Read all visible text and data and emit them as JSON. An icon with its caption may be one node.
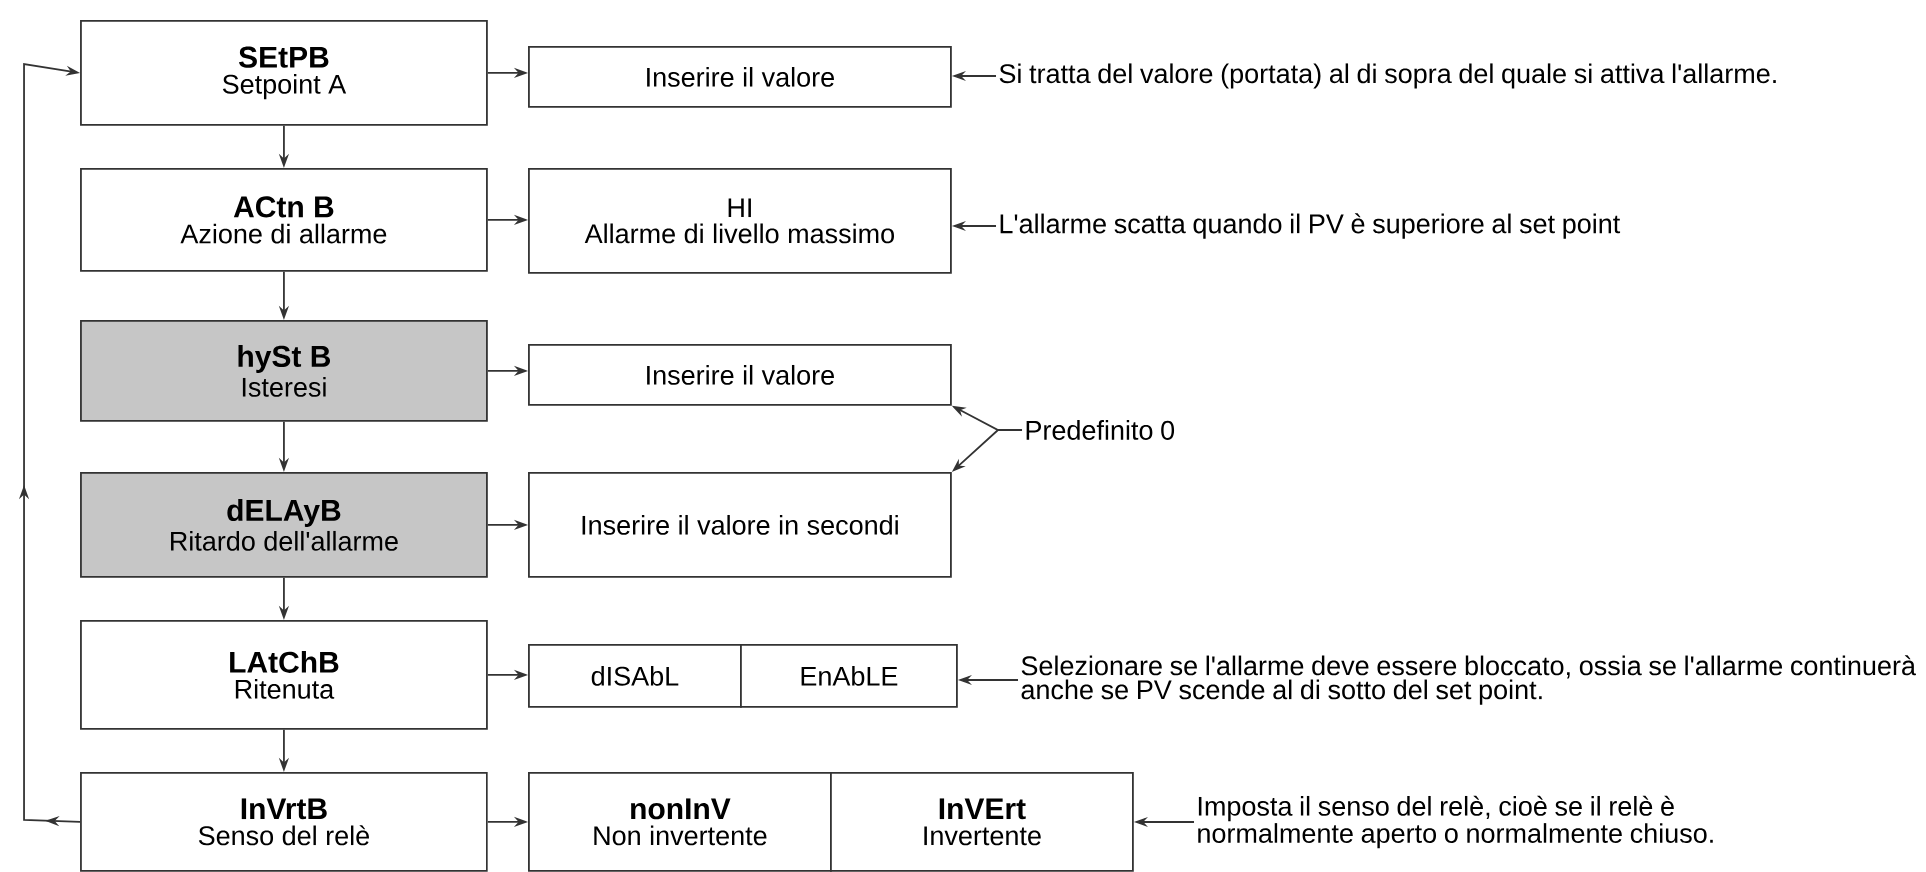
{
  "diagram": {
    "nodes": [
      {
        "text": [
          "SEtPB",
          "Setpoint A"
        ]
      },
      {
        "text": [
          "ACtn B",
          "Azione di allarme"
        ]
      },
      {
        "text": [
          "hySt B",
          "Isteresi"
        ]
      },
      {
        "text": [
          "dELAyB",
          "Ritardo dell'allarme"
        ]
      },
      {
        "text": [
          "LAtChB",
          "Ritenuta"
        ]
      },
      {
        "text": [
          "InVrtB",
          "Senso del relè"
        ]
      },
      {
        "text": [
          "Inserire il valore"
        ]
      },
      {
        "text": [
          "HI",
          "Allarme di livello massimo"
        ]
      },
      {
        "text": [
          "Inserire il valore"
        ]
      },
      {
        "text": [
          "Inserire il valore in secondi"
        ]
      },
      {
        "text": [
          "dISAbL"
        ]
      },
      {
        "text": [
          "EnAbLE"
        ]
      },
      {
        "text": [
          "nonInV",
          "Non invertente"
        ]
      },
      {
        "text": [
          "InVErt",
          "Invertente"
        ]
      },
      {
        "text": [
          "Si tratta del valore (portata) al di sopra del quale si attiva l'allarme."
        ]
      },
      {
        "text": [
          "L'allarme scatta quando il PV è superiore al set point"
        ]
      },
      {
        "text": [
          "Predefinito 0"
        ]
      },
      {
        "text": [
          "Selezionare se l'allarme deve essere bloccato, ossia se l'allarme continuerà anche se PV scende al di sotto del set point."
        ]
      },
      {
        "text": [
          "Imposta il senso del relè, cioè se il relè è normalmente aperto o normalmente chiuso."
        ]
      }
    ],
    "edges": [
      {
        "from": 0,
        "to": 1,
        "arrow": "to"
      },
      {
        "from": 1,
        "to": 2,
        "arrow": "to"
      },
      {
        "from": 2,
        "to": 3,
        "arrow": "to"
      },
      {
        "from": 3,
        "to": 4,
        "arrow": "to"
      },
      {
        "from": 4,
        "to": 5,
        "arrow": "to"
      },
      {
        "from": 5,
        "to": 0,
        "arrow": "to"
      },
      {
        "from": 0,
        "to": 6,
        "arrow": "to"
      },
      {
        "from": 1,
        "to": 7,
        "arrow": "to"
      },
      {
        "from": 2,
        "to": 8,
        "arrow": "to"
      },
      {
        "from": 3,
        "to": 9,
        "arrow": "to"
      },
      {
        "from": 4,
        "to": 10,
        "arrow": "to"
      },
      {
        "from": 5,
        "to": 12,
        "arrow": "to"
      },
      {
        "from": 14,
        "to": 6,
        "arrow": "to"
      },
      {
        "from": 15,
        "to": 7,
        "arrow": "to"
      },
      {
        "from": 16,
        "to": 8,
        "arrow": "to"
      },
      {
        "from": 16,
        "to": 9,
        "arrow": "to"
      },
      {
        "from": 17,
        "to": 11,
        "arrow": "to"
      },
      {
        "from": 18,
        "to": 13,
        "arrow": "to"
      }
    ]
  }
}
